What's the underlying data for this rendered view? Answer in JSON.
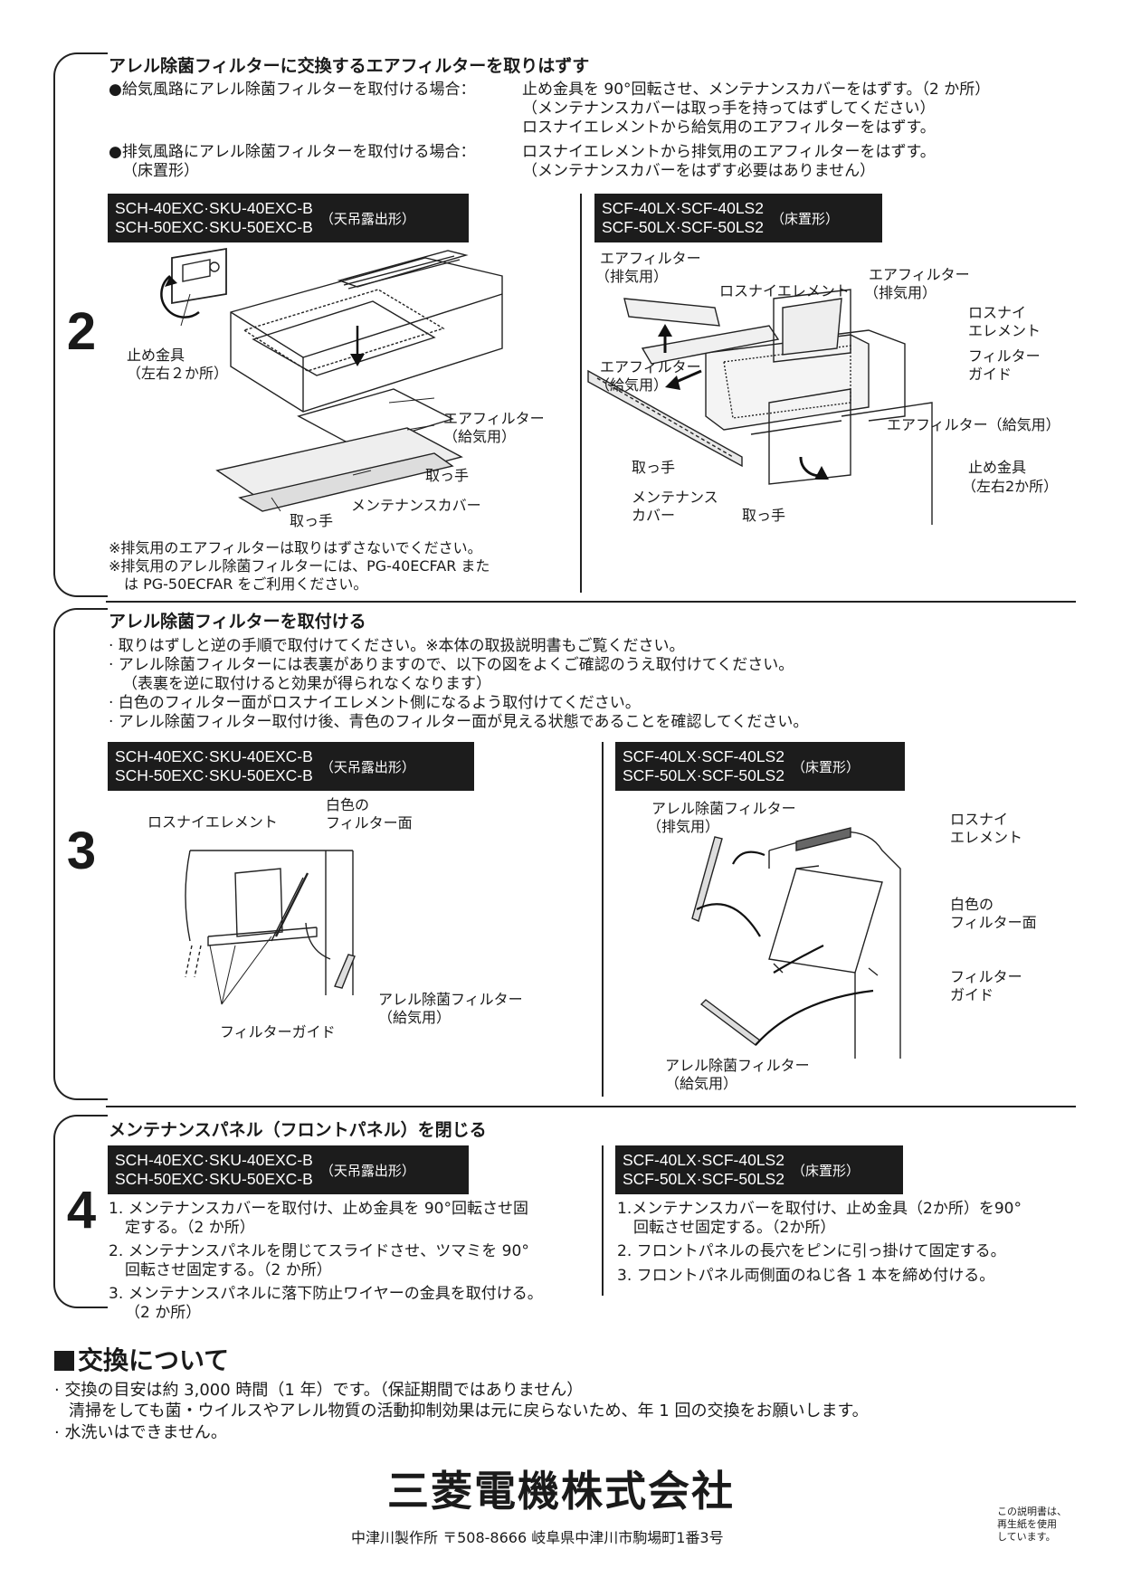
{
  "step2": {
    "number": "2",
    "title": "アレル除菌フィルターに交換するエアフィルターを取りはずす",
    "supply_case": "●給気風路にアレル除菌フィルターを取付ける場合：",
    "supply_lines": [
      "止め金具を 90°回転させ、メンテナンスカバーをはずす。（2 か所）",
      "（メンテナンスカバーは取っ手を持ってはずしてください）",
      "ロスナイエレメントから給気用のエアフィルターをはずす。"
    ],
    "exhaust_case": "●排気風路にアレル除菌フィルターを取付ける場合：",
    "exhaust_case_sub": "（床置形）",
    "exhaust_lines": [
      "ロスナイエレメントから排気用のエアフィルターをはずす。",
      "（メンテナンスカバーをはずす必要はありません）"
    ],
    "left_model_line1": "SCH-40EXC·SKU-40EXC-B",
    "left_model_line2": "SCH-50EXC·SKU-50EXC-B",
    "left_type": "（天吊露出形）",
    "right_model_line1": "SCF-40LX·SCF-40LS2",
    "right_model_line2": "SCF-50LX·SCF-50LS2",
    "right_type": "（床置形）",
    "left_labels": {
      "stopper": "止め金具",
      "stopper_sub": "（左右２か所）",
      "air_filter": "エアフィルター",
      "air_filter_sub": "（給気用）",
      "handle1": "取っ手",
      "handle2": "取っ手",
      "cover": "メンテナンスカバー"
    },
    "right_labels": {
      "af_exhaust_1": "エアフィルター",
      "af_exhaust_1_sub": "（排気用）",
      "lossnay": "ロスナイエレメント",
      "af_exhaust_2": "エアフィルター",
      "af_exhaust_2_sub": "（排気用）",
      "lossnay2": "ロスナイ",
      "lossnay2_sub": "エレメント",
      "filter_guide": "フィルター",
      "filter_guide_sub": "ガイド",
      "af_supply_1": "エアフィルター",
      "af_supply_1_sub": "（給気用）",
      "af_supply_2": "エアフィルター（給気用）",
      "handle1": "取っ手",
      "cover": "メンテナンス",
      "cover_sub": "カバー",
      "handle2": "取っ手",
      "stopper": "止め金具",
      "stopper_sub": "（左右2か所）"
    },
    "notes": [
      "※排気用のエアフィルターは取りはずさないでください。",
      "※排気用のアレル除菌フィルターには、PG-40ECFAR また",
      "は PG-50ECFAR をご利用ください。"
    ]
  },
  "step3": {
    "number": "3",
    "title": "アレル除菌フィルターを取付ける",
    "lines": [
      "· 取りはずしと逆の手順で取付けてください。※本体の取扱説明書もご覧ください。",
      "· アレル除菌フィルターには表裏がありますので、以下の図をよくご確認のうえ取付けてください。",
      "（表裏を逆に取付けると効果が得られなくなります）",
      "· 白色のフィルター面がロスナイエレメント側になるよう取付けてください。",
      "· アレル除菌フィルター取付け後、青色のフィルター面が見える状態であることを確認してください。"
    ],
    "left_model_line1": "SCH-40EXC·SKU-40EXC-B",
    "left_model_line2": "SCH-50EXC·SKU-50EXC-B",
    "left_type": "（天吊露出形）",
    "right_model_line1": "SCF-40LX·SCF-40LS2",
    "right_model_line2": "SCF-50LX·SCF-50LS2",
    "right_type": "（床置形）",
    "left_labels": {
      "lossnay": "ロスナイエレメント",
      "white": "白色の",
      "white_sub": "フィルター面",
      "allergen": "アレル除菌フィルター",
      "allergen_sub": "（給気用）",
      "guide": "フィルターガイド"
    },
    "right_labels": {
      "allergen_ex": "アレル除菌フィルター",
      "allergen_ex_sub": "（排気用）",
      "lossnay": "ロスナイ",
      "lossnay_sub": "エレメント",
      "white": "白色の",
      "white_sub": "フィルター面",
      "guide": "フィルター",
      "guide_sub": "ガイド",
      "allergen_sup": "アレル除菌フィルター",
      "allergen_sup_sub": "（給気用）"
    }
  },
  "step4": {
    "number": "4",
    "title": "メンテナンスパネル（フロントパネル）を閉じる",
    "left_model_line1": "SCH-40EXC·SKU-40EXC-B",
    "left_model_line2": "SCH-50EXC·SKU-50EXC-B",
    "left_type": "（天吊露出形）",
    "right_model_line1": "SCF-40LX·SCF-40LS2",
    "right_model_line2": "SCF-50LX·SCF-50LS2",
    "right_type": "（床置形）",
    "left_items": [
      "1. メンテナンスカバーを取付け、止め金具を 90°回転させ固",
      "定する。（2 か所）",
      "2. メンテナンスパネルを閉じてスライドさせ、ツマミを 90°",
      "回転させ固定する。（2 か所）",
      "3. メンテナンスパネルに落下防止ワイヤーの金具を取付ける。",
      "（2 か所）"
    ],
    "right_items": [
      "1.メンテナンスカバーを取付け、止め金具（2か所）を90°",
      "回転させ固定する。（2か所）",
      "2. フロントパネルの長穴をピンに引っ掛けて固定する。",
      "3. フロントパネル両側面のねじ各 1 本を締め付ける。"
    ]
  },
  "replacement": {
    "heading": "交換について",
    "lines": [
      "· 交換の目安は約 3,000 時間（1 年）です。（保証期間ではありません）",
      "清掃をしても菌・ウイルスやアレル物質の活動抑制効果は元に戻らないため、年 1 回の交換をお願いします。",
      "· 水洗いはできません。"
    ]
  },
  "footer": {
    "company": "三菱電機株式会社",
    "address": "中津川製作所 〒508-8666 岐阜県中津川市駒場町1番3号",
    "recycle": [
      "この説明書は、",
      "再生紙を使用",
      "しています。"
    ]
  }
}
